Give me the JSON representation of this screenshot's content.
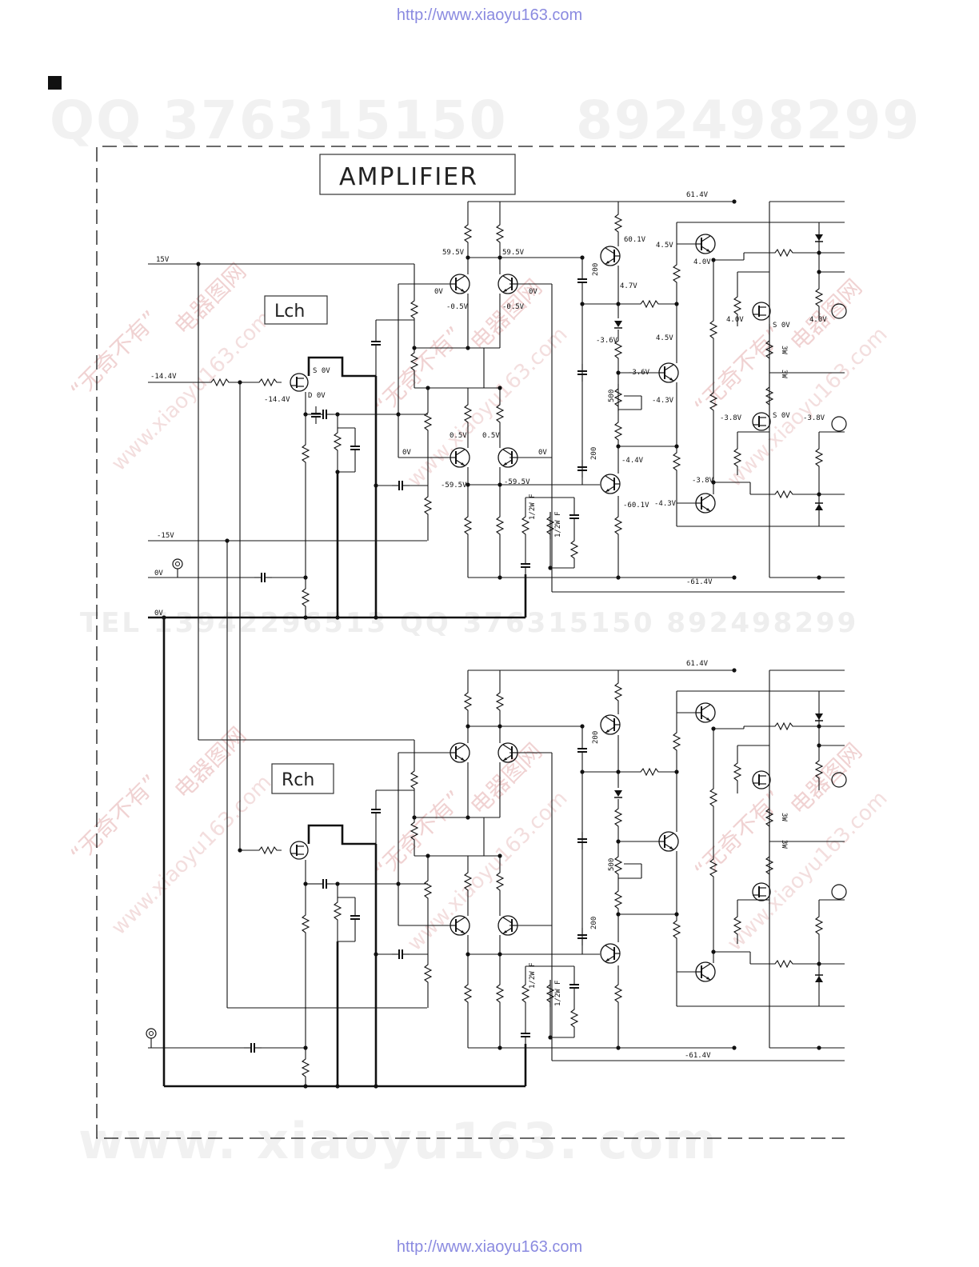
{
  "header": {
    "url": "http://www.xiaoyu163.com"
  },
  "footer": {
    "url": "http://www.xiaoyu163.com"
  },
  "watermarks": {
    "qq": "QQ 376315150",
    "number": "892498299",
    "site": "www. xiaoyu163. com",
    "cn_tag": "“无奇不有”",
    "cn_net": "电器图网",
    "site_short": "www.xiaoyu163.com",
    "mid_row": "TEL 13942296513  QQ 376315150  892498299"
  },
  "diagram": {
    "title": "AMPLIFIER",
    "channel_left": "Lch",
    "channel_right": "Rch",
    "rails": {
      "pos_15": "15V",
      "neg_14_4": "-14.4V",
      "neg_15": "-15V",
      "zero": "0V",
      "pos_61_4": "61.4V",
      "neg_61_4": "-61.4V"
    },
    "voltages": {
      "v59_5a": "59.5V",
      "v59_5b": "59.5V",
      "v0a": "0V",
      "v0b": "0V",
      "v0c": "0V",
      "v0d": "0V",
      "vm0_5a": "-0.5V",
      "vm0_5b": "-0.5V",
      "v0_5a": "0.5V",
      "v0_5b": "0.5V",
      "vm59_5a": "-59.5V",
      "vm59_5b": "-59.5V",
      "v60_1": "60.1V",
      "v4_7": "4.7V",
      "vm3_6a": "-3.6V",
      "vm3_6b": "-3.6V",
      "vm4_3a": "-4.3V",
      "vm4_3b": "-4.3V",
      "vm4_4": "-4.4V",
      "vm60_1": "-60.1V",
      "v4_5a": "4.5V",
      "v4_5b": "4.5V",
      "v4_0a": "4.0V",
      "v4_0b": "4.0V",
      "v4_0c": "4.0V",
      "vm3_8a": "-3.8V",
      "vm3_8b": "-3.8V",
      "vm3_8c": "-3.8V",
      "s0v": "S 0V",
      "d0v": "D 0V",
      "vm14_4": "-14.4V",
      "s0va": "S 0V",
      "s0vb": "S 0V"
    },
    "components": {
      "r200a": "200",
      "r200b": "200",
      "r200c": "200",
      "r200d": "200",
      "vr500a": "500",
      "vr500b": "500",
      "half_watt": "1/2W F",
      "r3w": "3W"
    }
  }
}
